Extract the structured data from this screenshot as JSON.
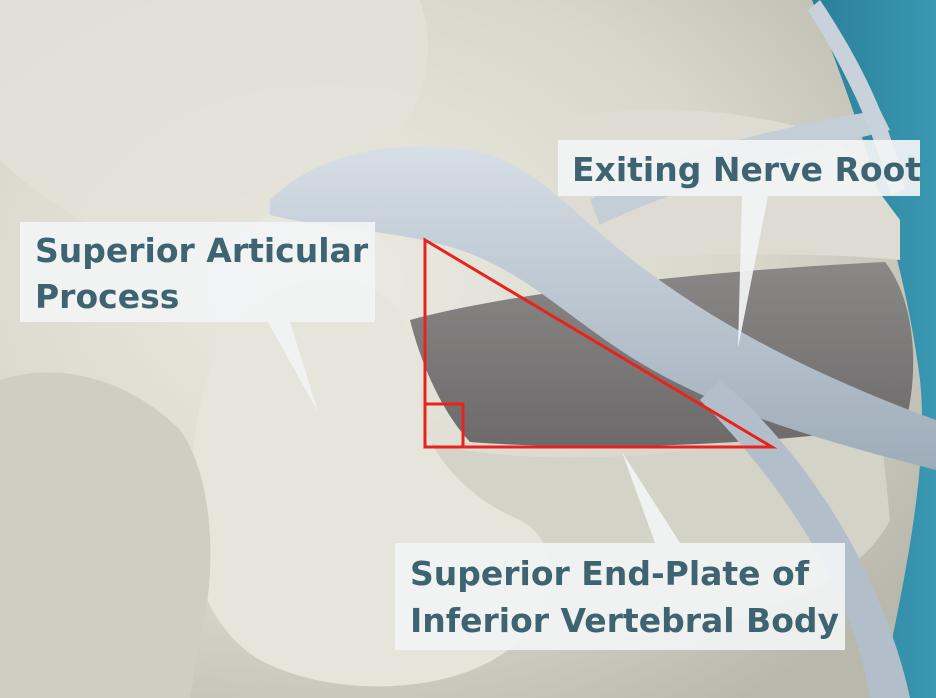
{
  "labels": {
    "exiting_nerve_root": "Exiting Nerve Root",
    "superior_articular_process": [
      "Superior Articular",
      "Process"
    ],
    "superior_end_plate": [
      "Superior End-Plate of",
      "Inferior Vertebral Body"
    ]
  },
  "colors": {
    "background_teal": "#2f8aa3",
    "bone": "#dcdbd0",
    "nerve": "#b7c3ce",
    "disc": "#7d7a7a",
    "triangle": "#e8231d",
    "label_text": "#3f6471",
    "label_box": "#f2f4f5"
  }
}
